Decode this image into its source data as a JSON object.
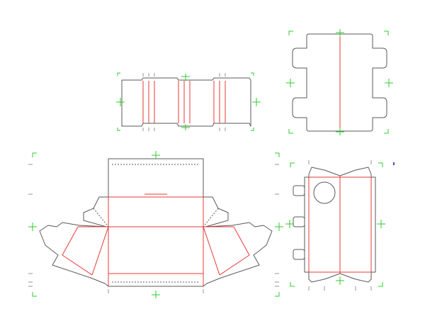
{
  "canvas": {
    "background": "#ffffff"
  },
  "colors": {
    "cut_line": "#5a5a5a",
    "crease_line": "#e53935",
    "registration_mark": "#2ecc2e",
    "tick_mark": "#7a7a7a",
    "marker": "#3b4fd8"
  },
  "panels": [
    {
      "id": "strip-sleeve",
      "marks": [
        "registration-cross",
        "crease-lines"
      ]
    },
    {
      "id": "h-card-insert",
      "marks": [
        "registration-cross",
        "crease-line",
        "corner-marks"
      ]
    },
    {
      "id": "tray-dieline",
      "marks": [
        "registration-cross",
        "crease-lines",
        "perforation"
      ]
    },
    {
      "id": "window-box-dieline",
      "marks": [
        "registration-cross",
        "crease-lines",
        "window-hole"
      ]
    }
  ]
}
